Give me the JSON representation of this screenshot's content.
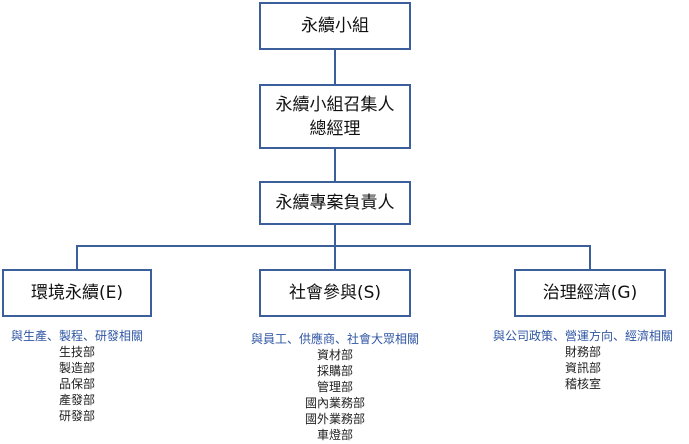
{
  "chart": {
    "top": "永續小組",
    "convener_line1": "永續小組召集人",
    "convener_line2": "總經理",
    "project_lead": "永續專案負責人",
    "branches": [
      {
        "title": "環境永續(E)",
        "caption": "與生產、製程、研發相關",
        "departments": [
          "生技部",
          "製造部",
          "品保部",
          "產發部",
          "研發部"
        ]
      },
      {
        "title": "社會參與(S)",
        "caption": "與員工、供應商、社會大眾相關",
        "departments": [
          "資材部",
          "採購部",
          "管理部",
          "國內業務部",
          "國外業務部",
          "車燈部"
        ]
      },
      {
        "title": "治理經濟(G)",
        "caption": "與公司政策、營運方向、經濟相關",
        "departments": [
          "財務部",
          "資訊部",
          "稽核室"
        ]
      }
    ]
  },
  "colors": {
    "border": "#3a5f9a",
    "caption_title": "#2f56a4"
  }
}
